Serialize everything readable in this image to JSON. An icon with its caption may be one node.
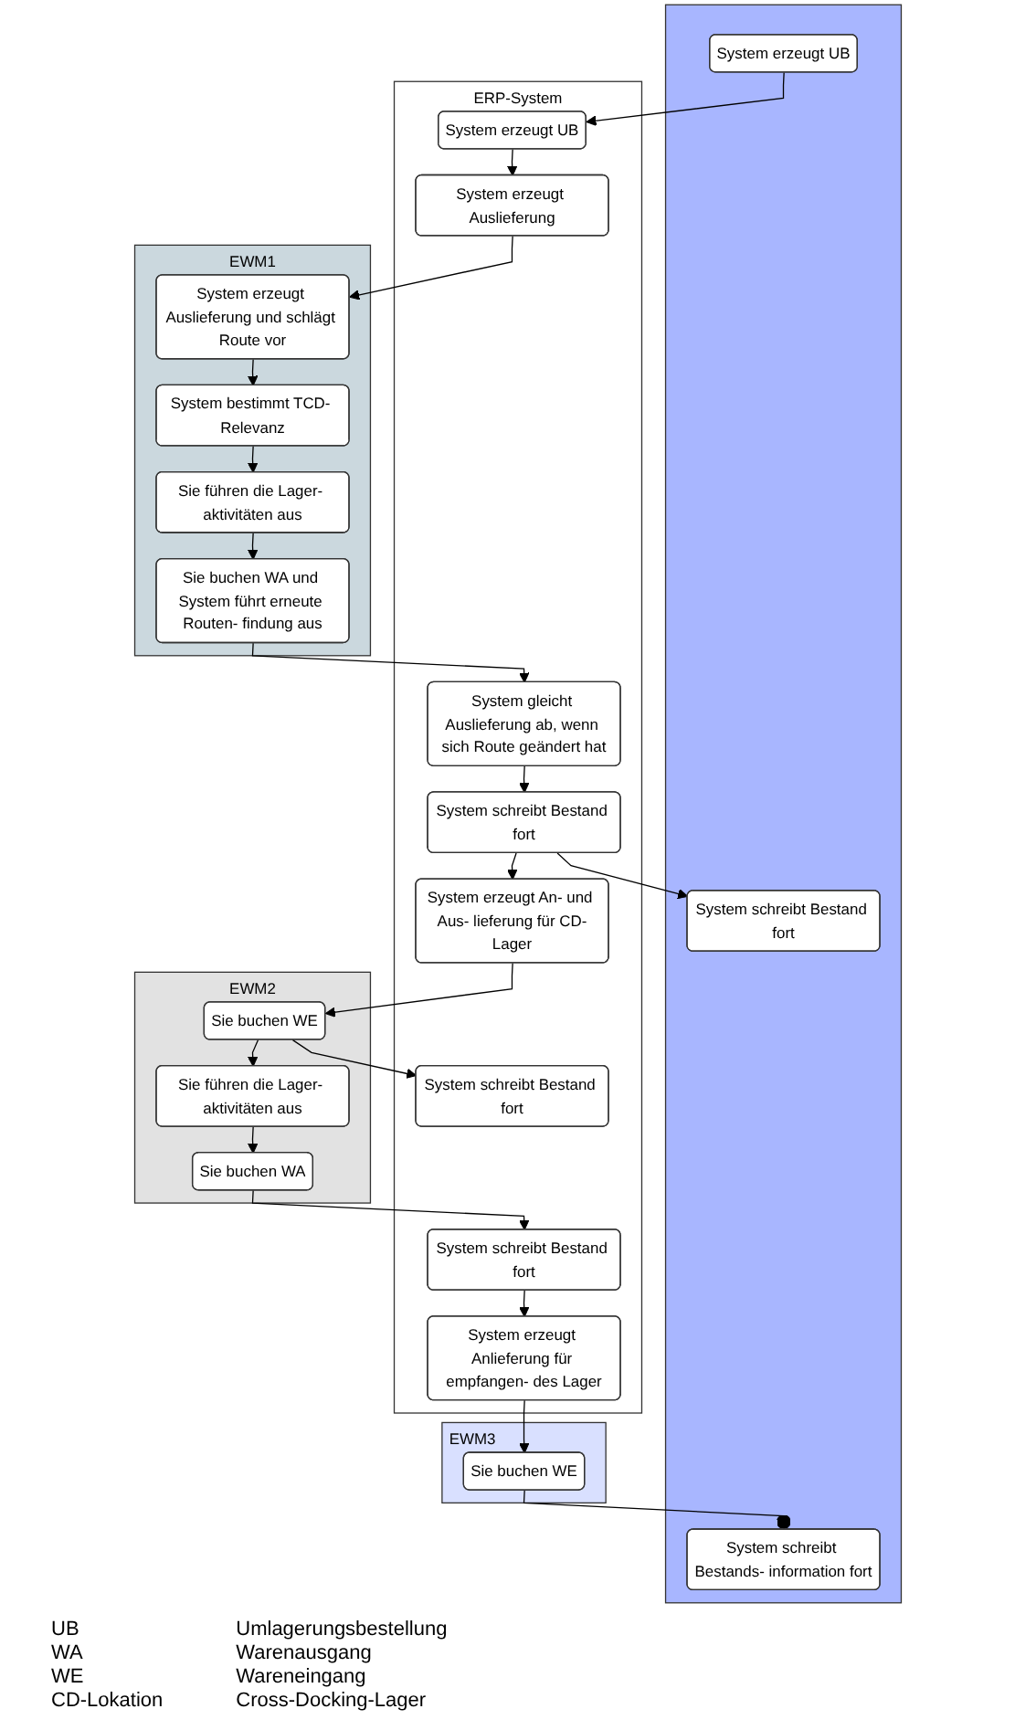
{
  "diagram": {
    "nodes": [
      {
        "text": [],
        "shape": "box"
      },
      {
        "text": [
          "System erzeugt UB"
        ],
        "in": 0
      },
      {
        "text": [
          "System schreibt Bestand fort"
        ],
        "in": 0
      },
      {
        "text": [
          "System schreibt Bestands- information fort"
        ],
        "in": 0
      },
      {
        "text": [
          "ERP-System"
        ]
      },
      {
        "text": [
          "System erzeugt UB"
        ],
        "in": 4
      },
      {
        "text": [
          "System erzeugt Auslieferung"
        ],
        "in": 4
      },
      {
        "text": [
          "System gleicht Auslieferung ab, wenn sich Route geändert hat"
        ],
        "in": 4
      },
      {
        "text": [
          "System schreibt Bestand fort"
        ],
        "in": 4
      },
      {
        "text": [
          "System erzeugt An- und Aus- lieferung für CD-Lager"
        ],
        "in": 4
      },
      {
        "text": [
          "System schreibt Bestand fort"
        ],
        "in": 4
      },
      {
        "text": [
          "System schreibt Bestand fort"
        ],
        "in": 4
      },
      {
        "text": [
          "System erzeugt Anlieferung für empfangen- des Lager"
        ],
        "in": 4
      },
      {
        "text": [
          "EWM1"
        ]
      },
      {
        "text": [
          "System erzeugt Auslieferung und schlägt Route vor"
        ],
        "in": 13
      },
      {
        "text": [
          "System bestimmt TCD- Relevanz"
        ],
        "in": 13
      },
      {
        "text": [
          "Sie führen die Lager- aktivitäten aus"
        ],
        "in": 13
      },
      {
        "text": [
          "Sie buchen WA und System führt erneute Routen- findung aus"
        ],
        "in": 13
      },
      {
        "text": [
          "EWM2"
        ]
      },
      {
        "text": [
          "Sie buchen WE"
        ],
        "in": 18
      },
      {
        "text": [
          "Sie führen die Lager- aktivitäten aus"
        ],
        "in": 18
      },
      {
        "text": [
          "Sie buchen WA"
        ],
        "in": 18
      },
      {
        "text": [
          "EWM3"
        ]
      },
      {
        "text": [
          "Sie buchen WE"
        ],
        "in": 22
      }
    ],
    "edges": [
      {
        "from": 1,
        "to": 5,
        "arrow": "to"
      },
      {
        "from": 5,
        "to": 6,
        "arrow": "to"
      },
      {
        "from": 6,
        "to": 14,
        "arrow": "to"
      },
      {
        "from": 14,
        "to": 15,
        "arrow": "to"
      },
      {
        "from": 15,
        "to": 16,
        "arrow": "to"
      },
      {
        "from": 16,
        "to": 17,
        "arrow": "to"
      },
      {
        "from": 17,
        "to": 7,
        "arrow": "to"
      },
      {
        "from": 7,
        "to": 8,
        "arrow": "to"
      },
      {
        "from": 8,
        "to": 2,
        "arrow": "to"
      },
      {
        "from": 8,
        "to": 9,
        "arrow": "to"
      },
      {
        "from": 9,
        "to": 19,
        "arrow": "to"
      },
      {
        "from": 19,
        "to": 10,
        "arrow": "to"
      },
      {
        "from": 19,
        "to": 20,
        "arrow": "to"
      },
      {
        "from": 20,
        "to": 21,
        "arrow": "to"
      },
      {
        "from": 21,
        "to": 11,
        "arrow": "to"
      },
      {
        "from": 11,
        "to": 12,
        "arrow": "to"
      },
      {
        "from": 12,
        "to": 23,
        "arrow": "to"
      },
      {
        "from": 23,
        "to": 3,
        "arrow": "other"
      }
    ],
    "labels": [
      "UB",
      "Umlagerungsbestellung",
      "WA",
      "Warenausgang",
      "WE",
      "Wareneingang",
      "CD-Lokation",
      "Cross-Docking-Lager"
    ]
  }
}
